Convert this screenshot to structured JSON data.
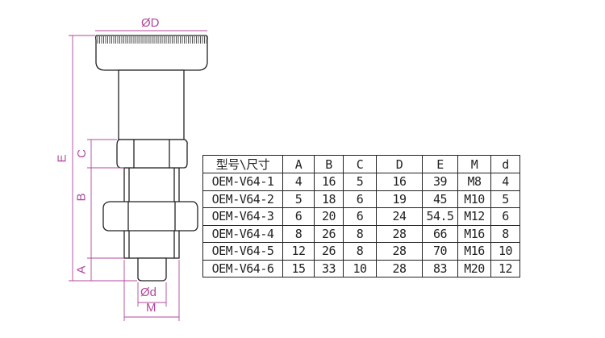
{
  "drawing": {
    "labels": {
      "D": "ØD",
      "E": "E",
      "C": "C",
      "B": "B",
      "A": "A",
      "d": "Ød",
      "M": "M"
    },
    "colors": {
      "dimension": "#b0479b",
      "outline": "#222222"
    }
  },
  "table": {
    "headers": [
      "型号\\尺寸",
      "A",
      "B",
      "C",
      "D",
      "E",
      "M",
      "d"
    ],
    "rows": [
      [
        "OEM-V64-1",
        "4",
        "16",
        "5",
        "16",
        "39",
        "M8",
        "4"
      ],
      [
        "OEM-V64-2",
        "5",
        "18",
        "6",
        "19",
        "45",
        "M10",
        "5"
      ],
      [
        "OEM-V64-3",
        "6",
        "20",
        "6",
        "24",
        "54.5",
        "M12",
        "6"
      ],
      [
        "OEM-V64-4",
        "8",
        "26",
        "8",
        "28",
        "66",
        "M16",
        "8"
      ],
      [
        "OEM-V64-5",
        "12",
        "26",
        "8",
        "28",
        "70",
        "M16",
        "10"
      ],
      [
        "OEM-V64-6",
        "15",
        "33",
        "10",
        "28",
        "83",
        "M20",
        "12"
      ]
    ]
  }
}
